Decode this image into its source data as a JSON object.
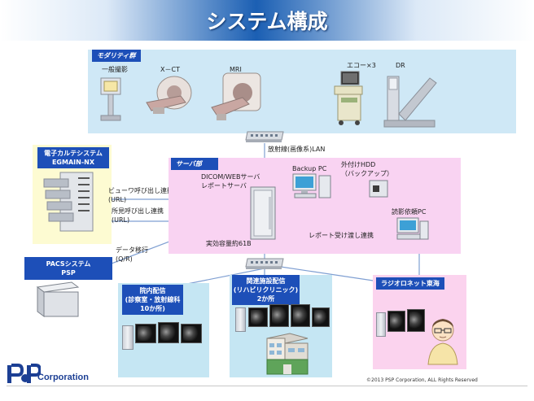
{
  "title": "システム構成",
  "modality": {
    "label": "モダリティ群",
    "devices": [
      "一般撮影",
      "X－CT",
      "MRI",
      "エコー×3",
      "DR"
    ]
  },
  "lan_label": "放射線(画像系)LAN",
  "ehr": {
    "line1": "電子カルテシステム",
    "line2": "EGMAIN-NX"
  },
  "viewer_link": {
    "line1": "ビューワ呼び出し連携",
    "line2": "(URL)"
  },
  "report_link": {
    "line1": "所見呼び出し連携",
    "line2": "(URL)"
  },
  "server": {
    "label": "サーバ部",
    "line1": "DICOM/WEBサーバ",
    "line2": "レポートサーバ",
    "capacity": "実効容量約61B",
    "backup_pc": "Backup PC",
    "hdd_line1": "外付けHDD",
    "hdd_line2": "（バックアップ）",
    "reading_pc": "読影依頼PC",
    "report_transfer": "レポート受け渡し連携"
  },
  "migration": {
    "line1": "データ移行",
    "line2": "(Q/R)"
  },
  "pacs": {
    "line1": "PACSシステム",
    "line2": "PSP"
  },
  "hospital": {
    "line1": "院内配信",
    "line2": "(診察室・放射線科",
    "line3": "10か所)"
  },
  "affiliated": {
    "line1": "関連施設配信",
    "line2": "(リハビリクリニック)",
    "line3": "2か所"
  },
  "radionet": {
    "label": "ラジオロネット東海"
  },
  "footer": {
    "logo": "PSP",
    "company": "Corporation",
    "copyright": "©2013  PSP Corporation, ALL Rights Reserved"
  },
  "colors": {
    "title_blue": "#1b5fb3",
    "label_blue": "#1d4fb8",
    "modality_bg": "#cfe8f6",
    "server_bg": "#f9d3f2",
    "ehr_bg": "#fdfbd2",
    "cyan_box": "#c5e6f3",
    "pink_box": "#fbd3ee",
    "arrow_yellow": "#f4ef3a"
  }
}
